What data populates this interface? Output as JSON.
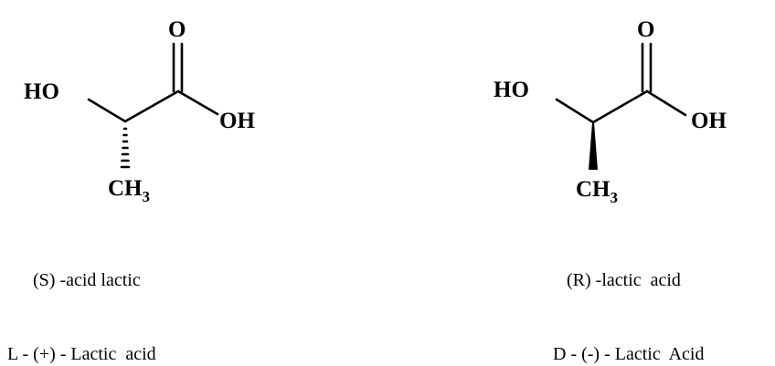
{
  "molecules": [
    {
      "id": "s-lactic",
      "atoms": {
        "carbonyl_o": "O",
        "hydroxyl": "HO",
        "acid_oh": "OH",
        "methyl_main": "CH",
        "methyl_sub": "3"
      },
      "stereo_bond": "hashed wedge",
      "captions": {
        "configuration": "(S) -acid lactic",
        "enantiomer": "L - (+) - Lactic  acid"
      }
    },
    {
      "id": "r-lactic",
      "atoms": {
        "carbonyl_o": "O",
        "hydroxyl": "HO",
        "acid_oh": "OH",
        "methyl_main": "CH",
        "methyl_sub": "3"
      },
      "stereo_bond": "solid wedge",
      "captions": {
        "configuration": "(R) -lactic  acid",
        "enantiomer": "D - (-) - Lactic  Acid"
      }
    }
  ]
}
